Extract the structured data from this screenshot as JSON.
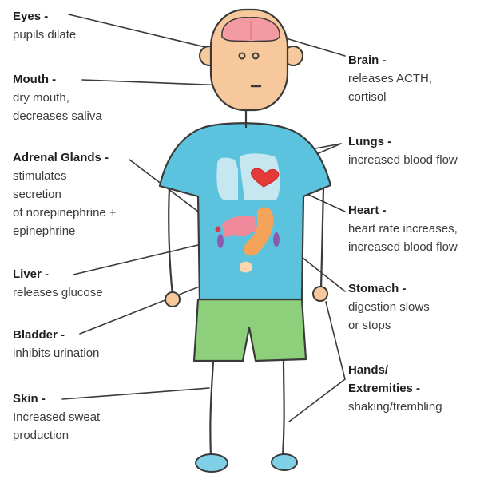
{
  "labels": {
    "eyes": {
      "title": "Eyes -",
      "desc": "pupils dilate"
    },
    "mouth": {
      "title": "Mouth -",
      "desc": "dry mouth,\ndecreases saliva"
    },
    "adrenal": {
      "title": "Adrenal Glands -",
      "desc": "stimulates\nsecretion\nof norepinephrine +\nepinephrine"
    },
    "liver": {
      "title": "Liver -",
      "desc": "releases glucose"
    },
    "bladder": {
      "title": "Bladder -",
      "desc": "inhibits urination"
    },
    "skin": {
      "title": "Skin -",
      "desc": "Increased sweat\nproduction"
    },
    "brain": {
      "title": "Brain -",
      "desc": "releases ACTH,\ncortisol"
    },
    "lungs": {
      "title": "Lungs -",
      "desc": "increased blood flow"
    },
    "heart": {
      "title": "Heart -",
      "desc": "heart rate increases,\nincreased blood flow"
    },
    "stomach": {
      "title": "Stomach -",
      "desc": "digestion slows\nor stops"
    },
    "hands": {
      "title": "Hands/\nExtremities -",
      "desc": "shaking/trembling"
    }
  },
  "colors": {
    "outline": "#3a3a3a",
    "skin": "#f6c89b",
    "shirt": "#5bc3dd",
    "shorts": "#8ecf7c",
    "shoes": "#7fd0e6",
    "brain": "#f39aa3",
    "lungs": "#cde9f0",
    "heart": "#e53a3a",
    "stomach": "#f4a45a",
    "liver": "#f08a9a",
    "kidney": "#8b5bb3",
    "adrenal": "#d93a4a",
    "bladder": "#fbd7b0"
  }
}
